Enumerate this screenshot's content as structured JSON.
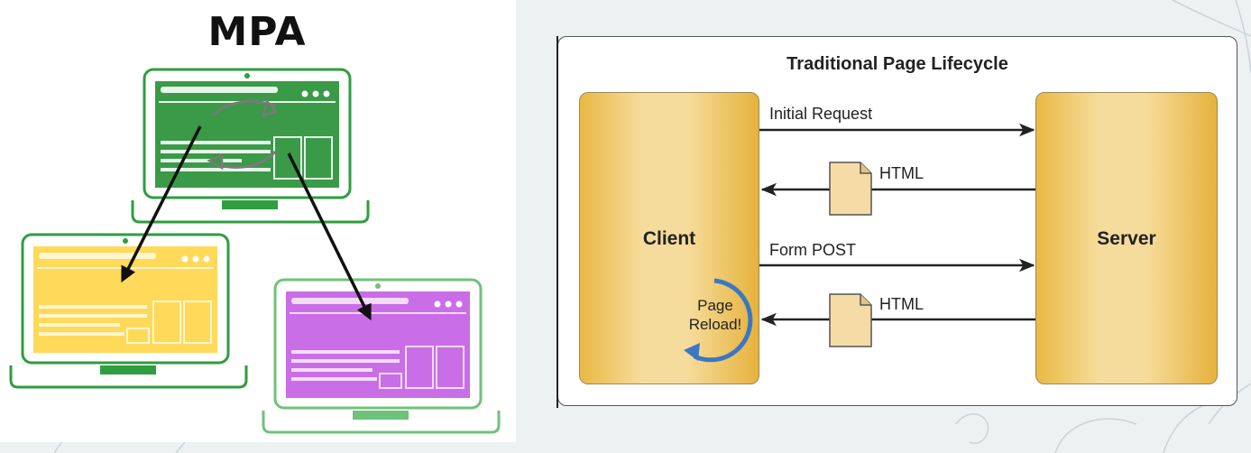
{
  "mpa": {
    "title": "MPA",
    "colors": {
      "laptop_outline": "#2e9e3e",
      "green_page": "#3a9a47",
      "yellow_page": "#ffd95a",
      "purple_page": "#c96ee6",
      "arrow": "#111111",
      "refresh_arrows": "#7a7a7a"
    }
  },
  "lifecycle": {
    "title": "Traditional Page Lifecycle",
    "client_label": "Client",
    "server_label": "Server",
    "messages": {
      "initial_request": "Initial Request",
      "html_response_1": "HTML",
      "form_post": "Form POST",
      "html_response_2": "HTML"
    },
    "reload": {
      "line1": "Page",
      "line2": "Reload!"
    },
    "colors": {
      "pillar_gold": "#e9b944",
      "pillar_light": "#f6dc9c",
      "document": "#f5dca6",
      "reload_arrow": "#3a78c2",
      "arrow": "#222222"
    }
  }
}
